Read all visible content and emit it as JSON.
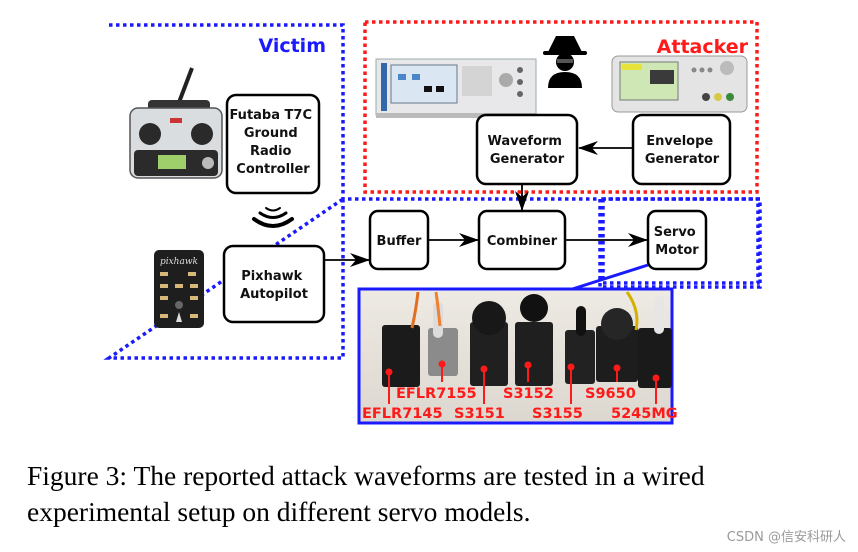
{
  "figure": {
    "regions": {
      "victim": {
        "label": "Victim",
        "color": "#1a1aff"
      },
      "attacker": {
        "label": "Attacker",
        "color": "#ff1a1a"
      }
    },
    "blocks": {
      "controller": [
        "Futaba T7C",
        "Ground",
        "Radio",
        "Controller"
      ],
      "autopilot": [
        "Pixhawk",
        "Autopilot"
      ],
      "waveform": [
        "Waveform",
        "Generator"
      ],
      "envelope": [
        "Envelope",
        "Generator"
      ],
      "buffer": "Buffer",
      "combiner": "Combiner",
      "servo": [
        "Servo",
        "Motor"
      ]
    },
    "photos": {
      "pixhawk_brand": "pixhawk"
    },
    "servo_models": [
      "EFLR7145",
      "EFLR7155",
      "S3151",
      "S3152",
      "S3155",
      "S9650",
      "5245MG"
    ]
  },
  "caption": {
    "line1": "Figure 3: The reported attack waveforms are tested in a wired",
    "line2": "experimental setup on different servo models."
  },
  "watermark": "CSDN @信安科研人"
}
